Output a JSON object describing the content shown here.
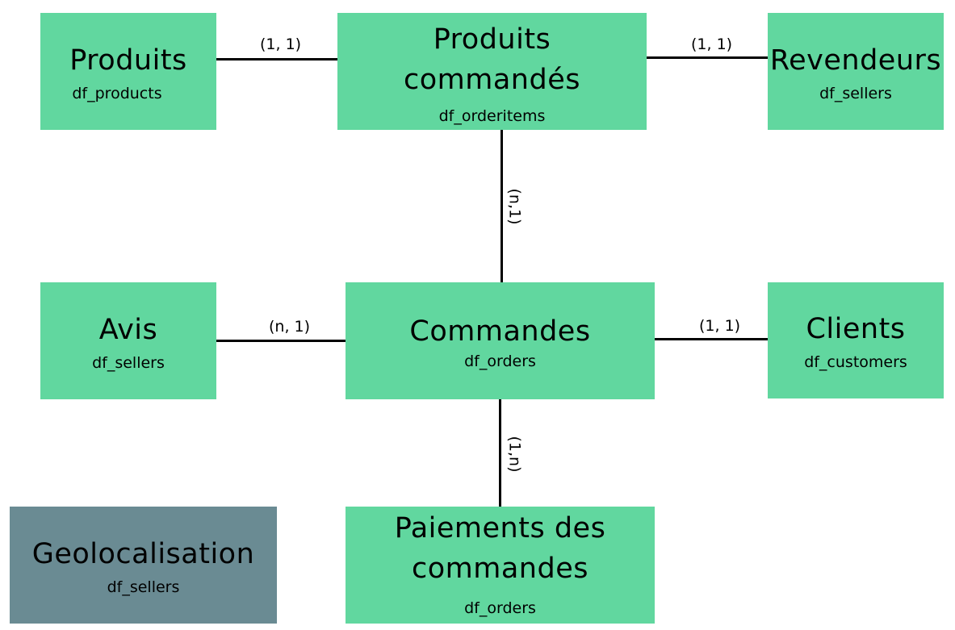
{
  "colors": {
    "entity_fill": "#61d79f",
    "entity_alt_fill": "#6a8b93",
    "line": "#000000",
    "text": "#000000",
    "background": "#ffffff"
  },
  "entities": {
    "produits": {
      "title": "Produits",
      "table": "df_products"
    },
    "produits_commandes": {
      "title_line1": "Produits",
      "title_line2": "commandés",
      "table": "df_orderitems"
    },
    "revendeurs": {
      "title": "Revendeurs",
      "table": "df_sellers"
    },
    "avis": {
      "title": "Avis",
      "table": "df_sellers"
    },
    "commandes": {
      "title": "Commandes",
      "table": "df_orders"
    },
    "clients": {
      "title": "Clients",
      "table": "df_customers"
    },
    "geolocalisation": {
      "title": "Geolocalisation",
      "table": "df_sellers"
    },
    "paiements": {
      "title_line1": "Paiements des",
      "title_line2": "commandes",
      "table": "df_orders"
    }
  },
  "relations": {
    "produits_to_produits_commandes": "(1, 1)",
    "produits_commandes_to_revendeurs": "(1, 1)",
    "produits_commandes_to_commandes": "(n,1)",
    "avis_to_commandes": "(n, 1)",
    "commandes_to_clients": "(1, 1)",
    "commandes_to_paiements": "(1,n)"
  }
}
